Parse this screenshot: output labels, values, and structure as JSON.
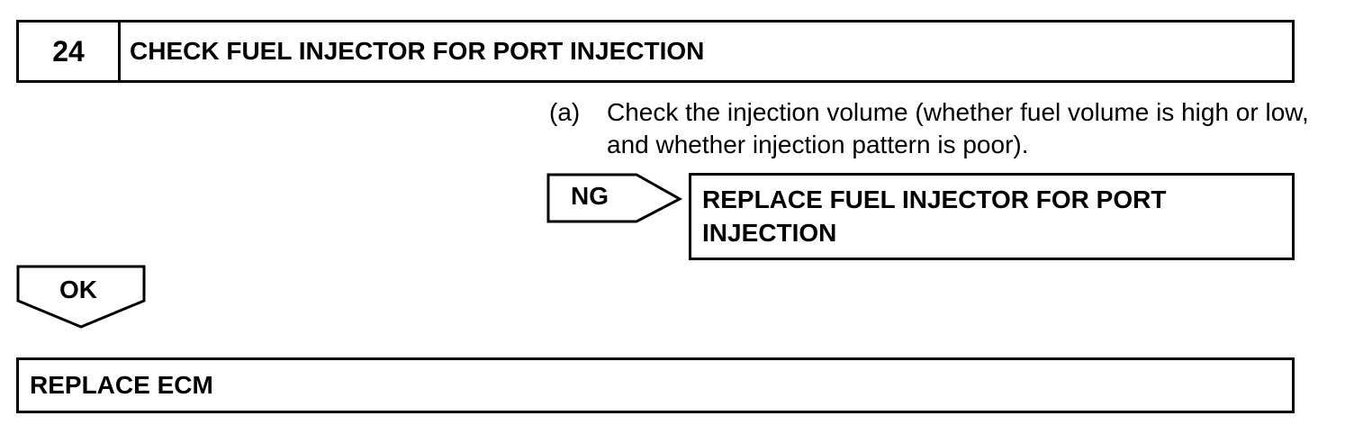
{
  "step": {
    "number": "24",
    "title": "CHECK FUEL INJECTOR FOR PORT INJECTION"
  },
  "instruction": {
    "tag": "(a)",
    "text": "Check the injection volume (whether fuel volume is high or low, and whether injection pattern is poor)."
  },
  "ng_branch": {
    "label": "NG",
    "result": "REPLACE FUEL INJECTOR FOR PORT INJECTION"
  },
  "ok_branch": {
    "label": "OK",
    "result": "REPLACE ECM"
  }
}
